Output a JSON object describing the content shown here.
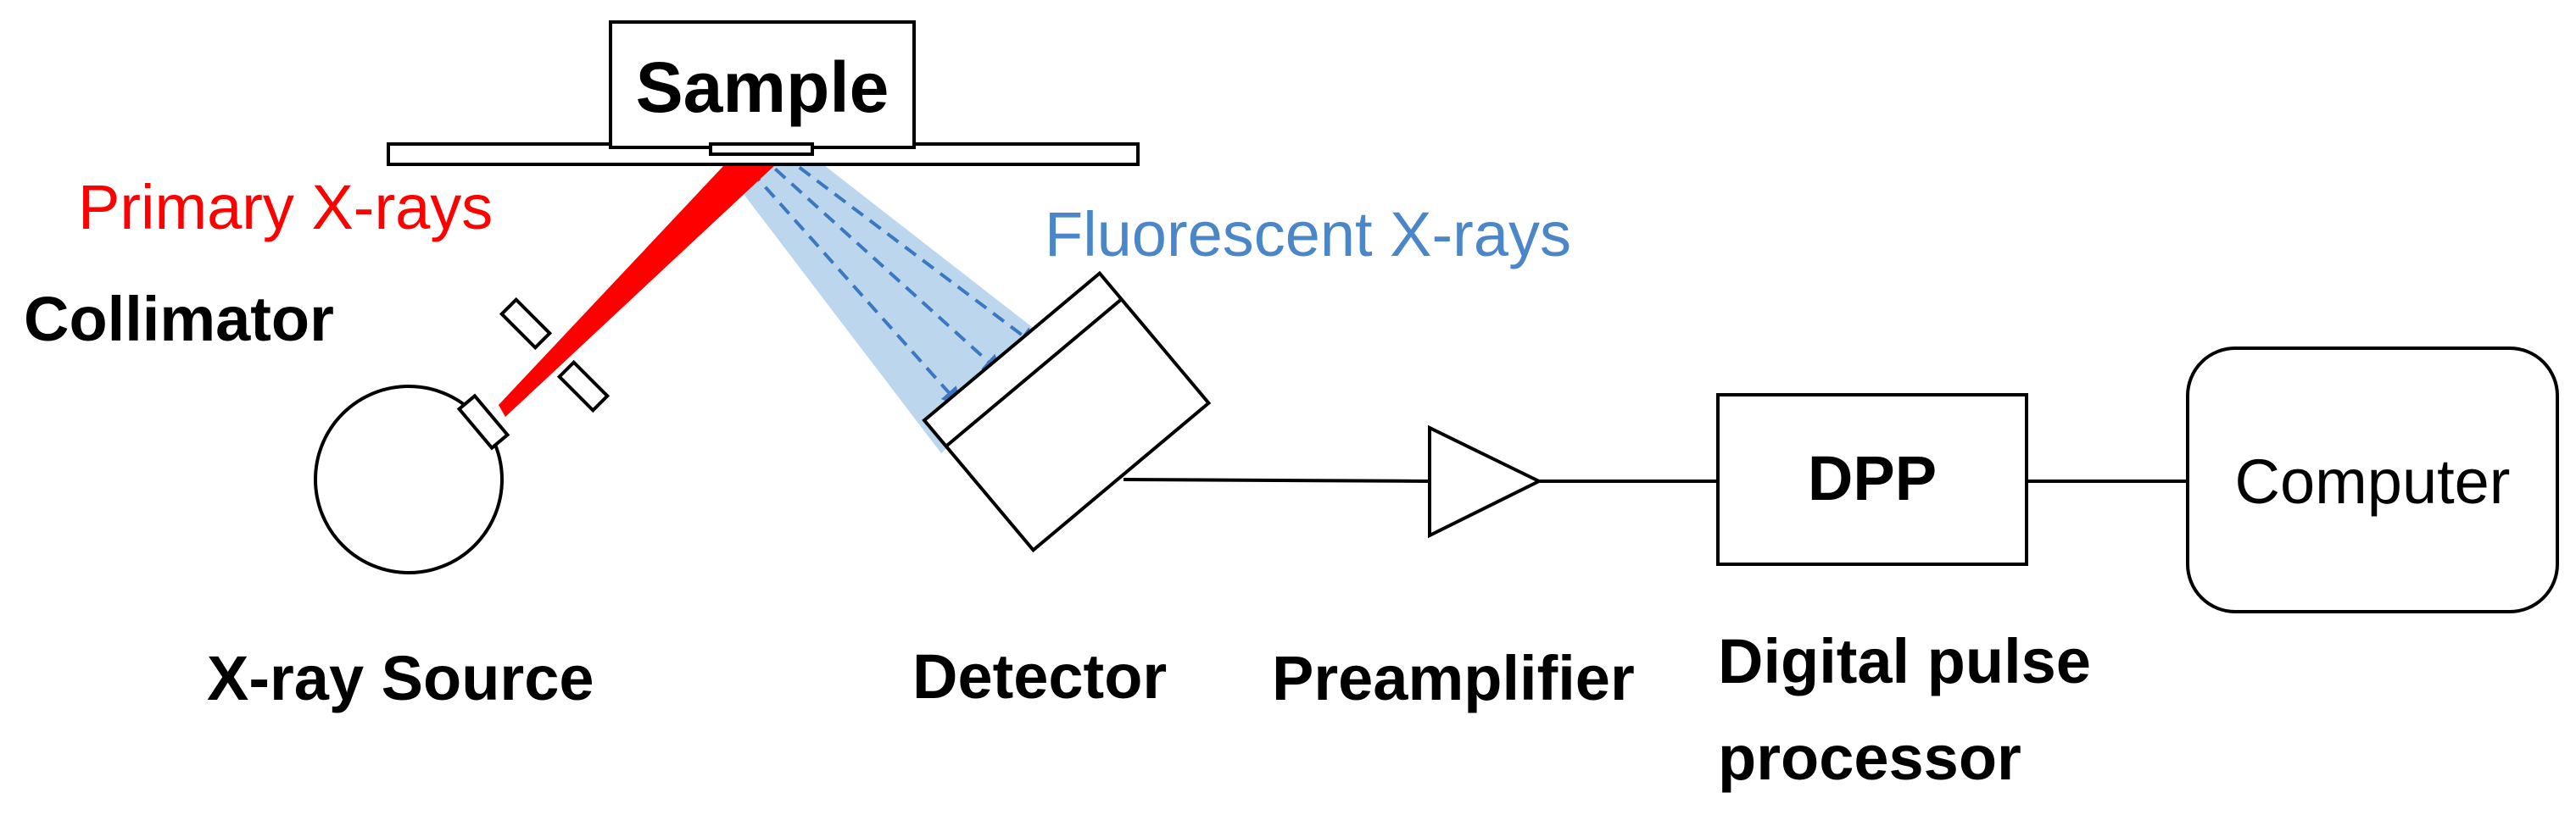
{
  "labels": {
    "sample": "Sample",
    "primary_xrays": "Primary X-rays",
    "fluorescent_xrays": "Fluorescent X-rays",
    "collimator": "Collimator",
    "xray_source": "X-ray Source",
    "detector": "Detector",
    "preamplifier": "Preamplifier",
    "dpp": "DPP",
    "digital_pulse_processor_line1": "Digital pulse",
    "digital_pulse_processor_line2": "processor",
    "computer": "Computer"
  },
  "colors": {
    "primary_beam": "#ff0000",
    "fluorescent_text": "#4a86c8",
    "fluorescent_beam": "#bcd6ee",
    "fluorescent_arrows": "#3a78c0",
    "outline": "#000000"
  }
}
